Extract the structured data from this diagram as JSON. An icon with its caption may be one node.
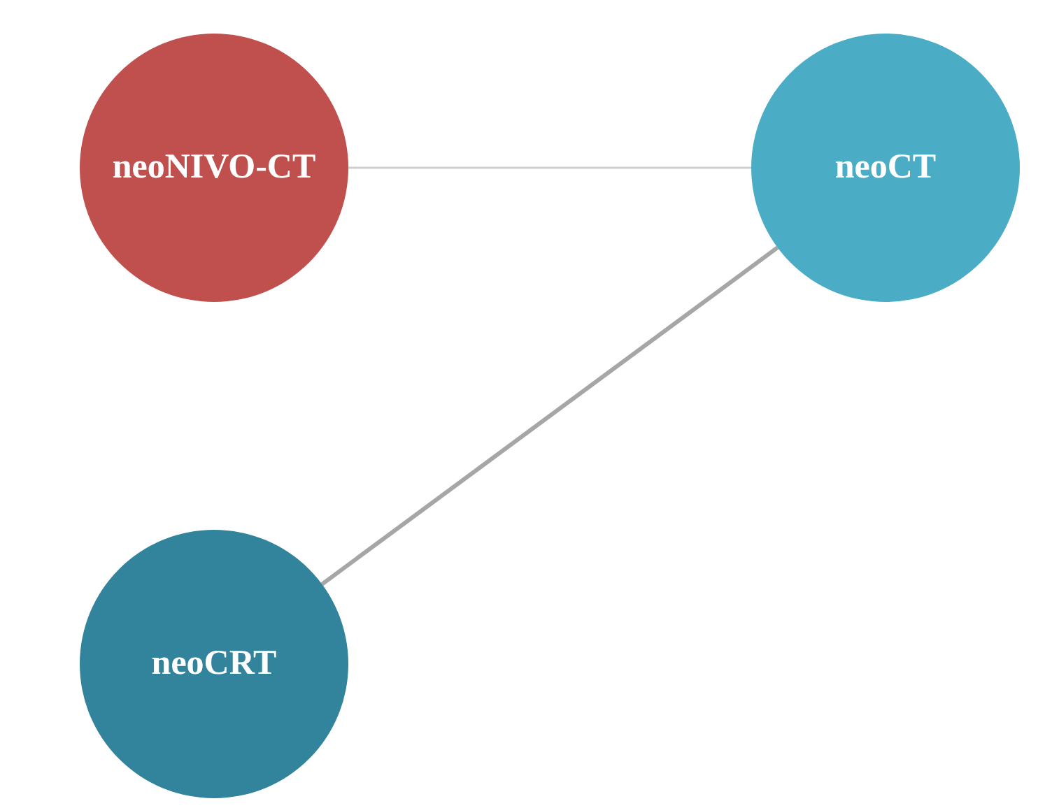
{
  "diagram": {
    "nodes": [
      {
        "text": [
          "neoNIVO-CT"
        ]
      },
      {
        "text": [
          "neoCT"
        ]
      },
      {
        "text": [
          "neoCRT"
        ]
      }
    ],
    "edges": [
      {
        "from": 0,
        "to": 1,
        "arrow": "none",
        "color": "#d0d0d0"
      },
      {
        "from": 1,
        "to": 2,
        "arrow": "none",
        "style": "thick"
      }
    ]
  }
}
